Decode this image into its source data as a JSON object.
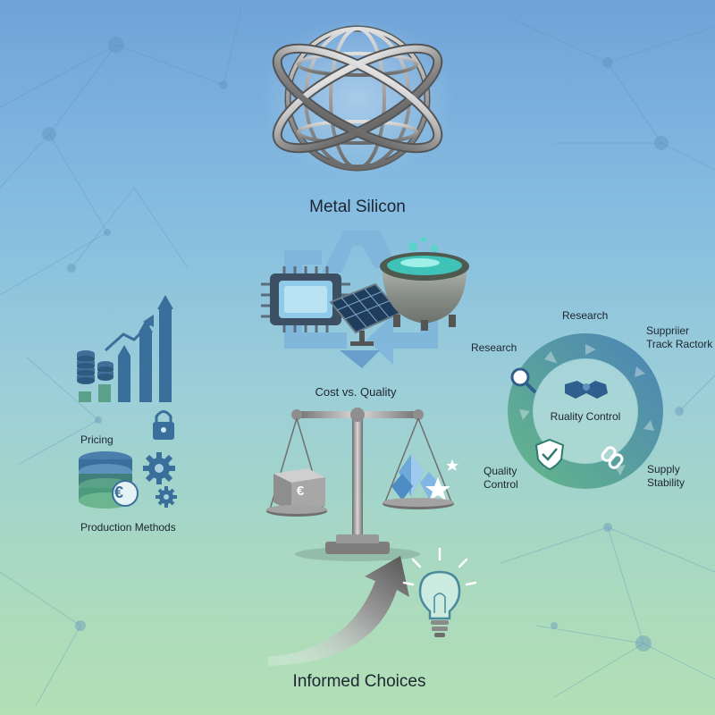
{
  "title": "Metal Silicon",
  "left_panel": {
    "pricing_label": "Pricing",
    "production_label": "Production Methods",
    "currency_symbol": "€"
  },
  "center": {
    "comparison_label": "Cost vs. Quality",
    "cost_symbol": "€"
  },
  "cycle": {
    "center_label": "Ruality Control",
    "steps": [
      {
        "text": "Research"
      },
      {
        "text": "Research"
      },
      {
        "lines": [
          "Suppriier",
          "Track Ractork"
        ]
      },
      {
        "lines": [
          "Supply",
          "Stability"
        ]
      },
      {
        "lines": [
          "Quality",
          "Control"
        ]
      }
    ]
  },
  "footer": {
    "conclusion_label": "Informed Choices"
  },
  "colors": {
    "cycle_green": "#63b48c",
    "cycle_blue": "#4d86b5",
    "icon_blue": "#2f5f8c",
    "metal_grey": "#9a9a9a",
    "text_dark": "#1d2530"
  }
}
